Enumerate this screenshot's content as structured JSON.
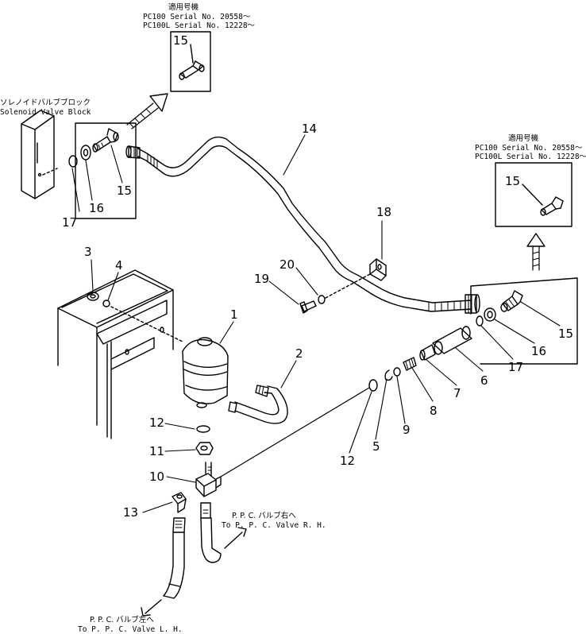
{
  "labels": {
    "serial_top": {
      "title": "適用号機",
      "line1": "PC100  Serial No. 20558～",
      "line2": "PC100L  Serial No. 12228～"
    },
    "serial_right": {
      "title": "適用号機",
      "line1": "PC100  Serial No. 20558～",
      "line2": "PC100L  Serial No. 12228～"
    },
    "solenoid_jp": "ソレノイドバルブブロック",
    "solenoid_en": "Solenoid  Valve  Block",
    "ppc_rh_jp": "P. P. C. バルブ右へ",
    "ppc_rh_en": "To  P. P. C. Valve  R. H.",
    "ppc_lh_jp": "P. P. C. バルブ左へ",
    "ppc_lh_en": "To  P. P. C. Valve  L. H."
  },
  "parts": {
    "p1": "1",
    "p2": "2",
    "p3": "3",
    "p4": "4",
    "p5": "5",
    "p6": "6",
    "p7": "7",
    "p8": "8",
    "p9": "9",
    "p10": "10",
    "p11": "11",
    "p12a": "12",
    "p12b": "12",
    "p13": "13",
    "p14": "14",
    "p15a": "15",
    "p15b": "15",
    "p15c": "15",
    "p15d": "15",
    "p16a": "16",
    "p16b": "16",
    "p17a": "17",
    "p17b": "17",
    "p18": "18",
    "p19": "19",
    "p20": "20"
  }
}
